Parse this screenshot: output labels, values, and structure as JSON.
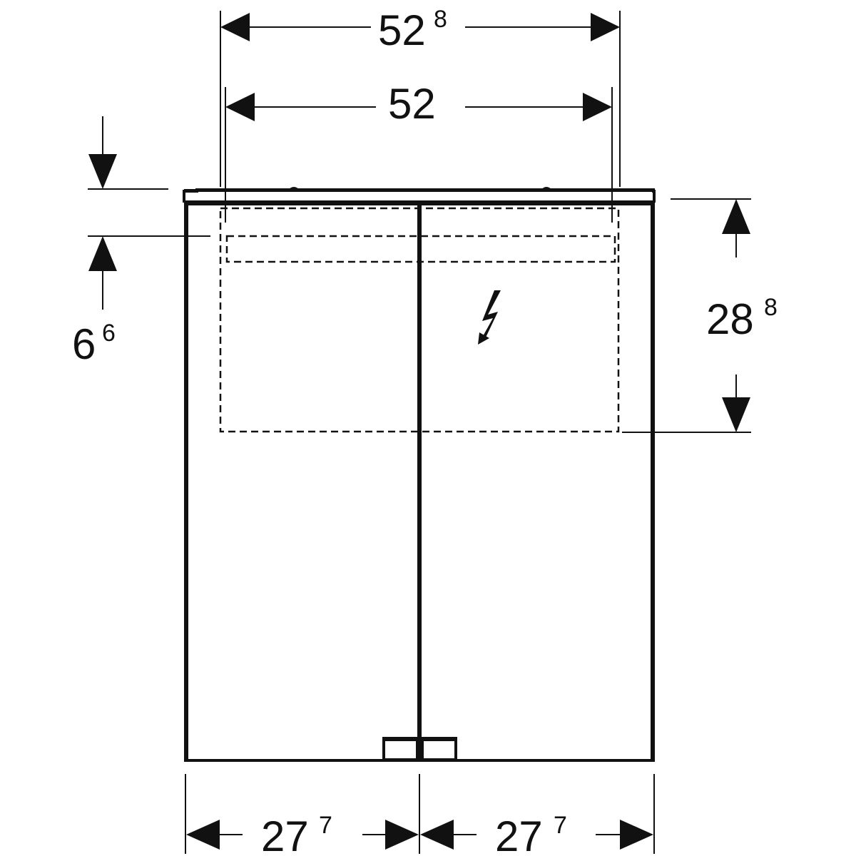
{
  "drawing": {
    "type": "technical-dimension-drawing",
    "subject": "mirror cabinet front view, two doors",
    "line_color": "#111111",
    "background": "#ffffff"
  },
  "dimensions": {
    "overall_width": {
      "main": "52",
      "sup": "8"
    },
    "inner_width": {
      "main": "52",
      "sup": ""
    },
    "top_offset": {
      "main": "6",
      "sup": "6"
    },
    "light_height": {
      "main": "28",
      "sup": "8"
    },
    "left_door_width": {
      "main": "27",
      "sup": "7"
    },
    "right_door_width": {
      "main": "27",
      "sup": "7"
    }
  },
  "icons": {
    "electrical": "lightning-bolt-arrow"
  }
}
